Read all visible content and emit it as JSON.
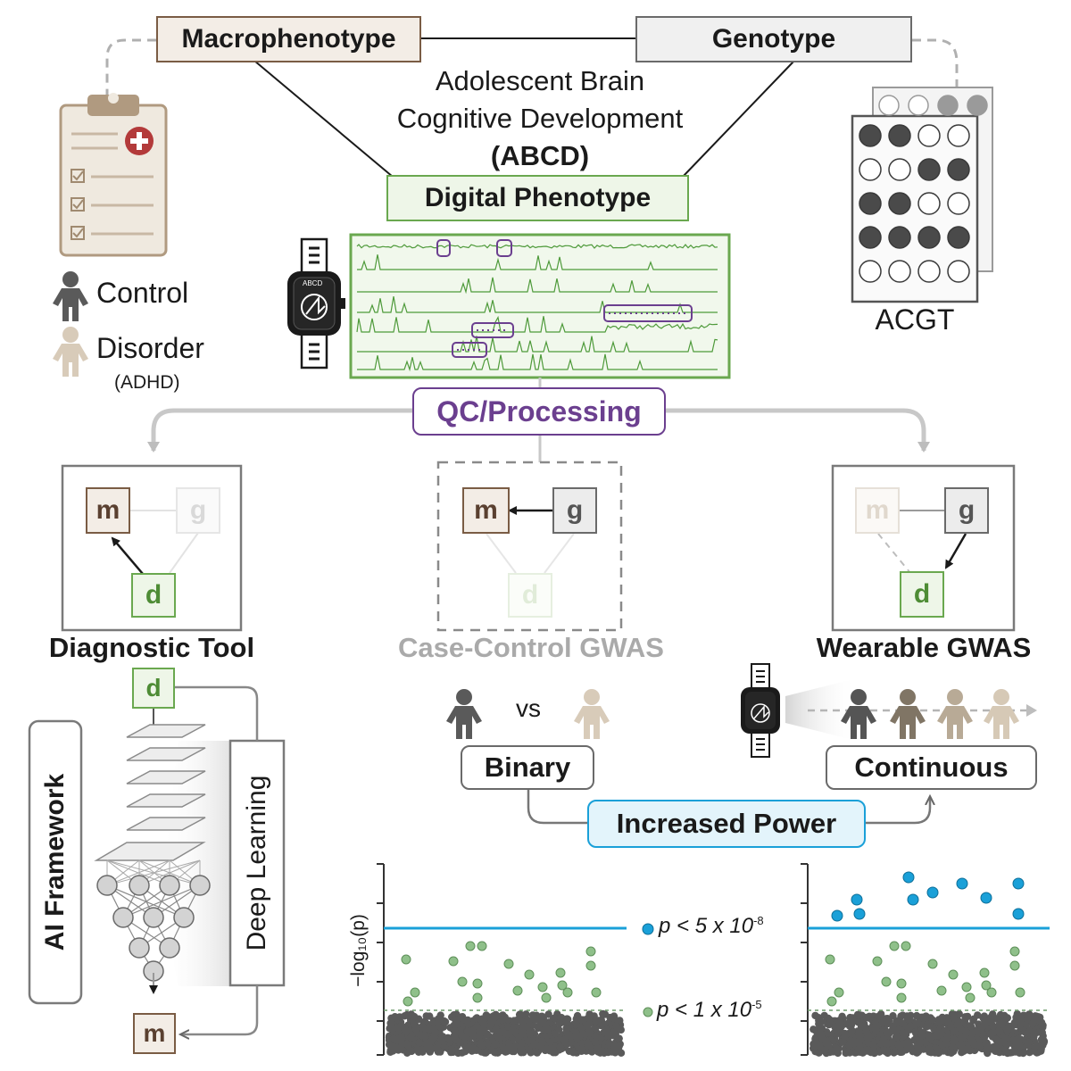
{
  "top": {
    "macrophenotype": "Macrophenotype",
    "genotype": "Genotype",
    "study_line1": "Adolescent Brain",
    "study_line2": "Cognitive Development",
    "study_abbr": "(ABCD)",
    "digital_phenotype": "Digital Phenotype",
    "watch_label": "ABCD",
    "acgt": "ACGT"
  },
  "legend": {
    "control": "Control",
    "disorder": "Disorder",
    "disorder_sub": "(ADHD)"
  },
  "qc": "QC/Processing",
  "nodes": {
    "m": "m",
    "g": "g",
    "d": "d"
  },
  "panels": {
    "diagnostic": "Diagnostic Tool",
    "case_control": "Case-Control GWAS",
    "wearable": "Wearable GWAS"
  },
  "ai": {
    "framework": "AI Framework",
    "deep_learning": "Deep Learning"
  },
  "comparison": {
    "vs": "vs",
    "binary": "Binary",
    "continuous": "Continuous",
    "increased_power": "Increased Power"
  },
  "manhattan": {
    "ylabel": "−log₁₀(p)",
    "sig_label": "p < 5 x 10",
    "sig_exp": "-8",
    "sug_label": "p < 1 x 10",
    "sug_exp": "-5"
  },
  "colors": {
    "macro": "#7a5c44",
    "macro_fill": "#f3ede6",
    "geno_fill": "#f0f0f0",
    "green": "#6aa84f",
    "green_fill": "#eef6e8",
    "purple": "#6b3f8f",
    "blue": "#1aa0d8",
    "blue_fill": "#e3f4fb",
    "grey_dots": "#555555",
    "green_dots": "#8fc08a"
  }
}
